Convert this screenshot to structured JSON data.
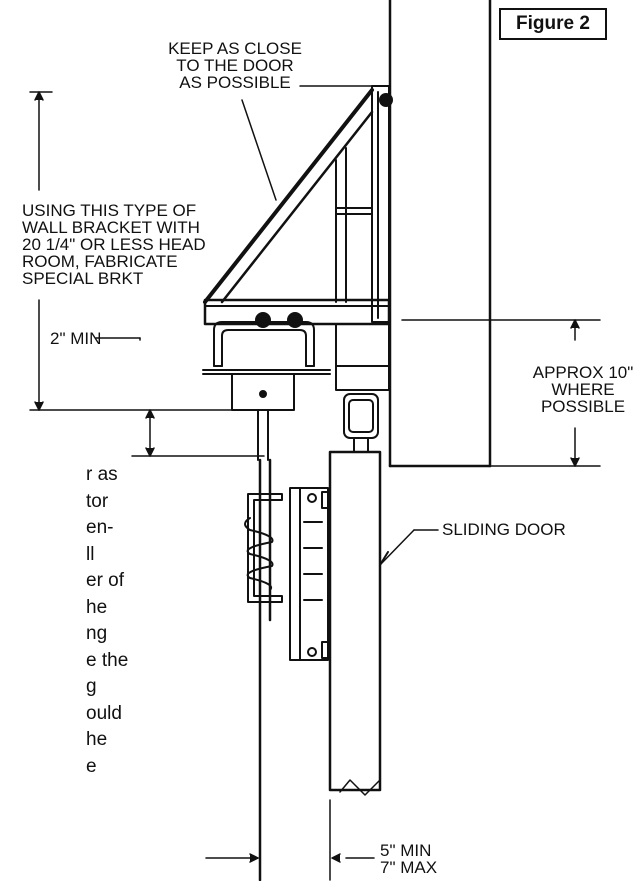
{
  "figure_label": "Figure 2",
  "labels": {
    "keep_close": [
      "KEEP AS CLOSE",
      "TO THE DOOR",
      "AS POSSIBLE"
    ],
    "wall_bracket": [
      "USING THIS TYPE OF",
      "WALL BRACKET WITH",
      "20 1/4\" OR LESS HEAD",
      "ROOM, FABRICATE",
      "SPECIAL BRKT"
    ],
    "two_min": "2\" MIN",
    "approx": [
      "APPROX 10\"",
      "WHERE",
      "POSSIBLE"
    ],
    "sliding_door": "SLIDING DOOR",
    "gap": [
      "5\" MIN",
      "7\" MAX"
    ]
  },
  "body_text_fragments": [
    "r as",
    "tor",
    "en-",
    "ll",
    "er of",
    "he",
    "ng",
    "e the",
    "g",
    "",
    "ould",
    "he",
    "e"
  ],
  "colors": {
    "ink": "#111111",
    "paper": "#ffffff"
  }
}
